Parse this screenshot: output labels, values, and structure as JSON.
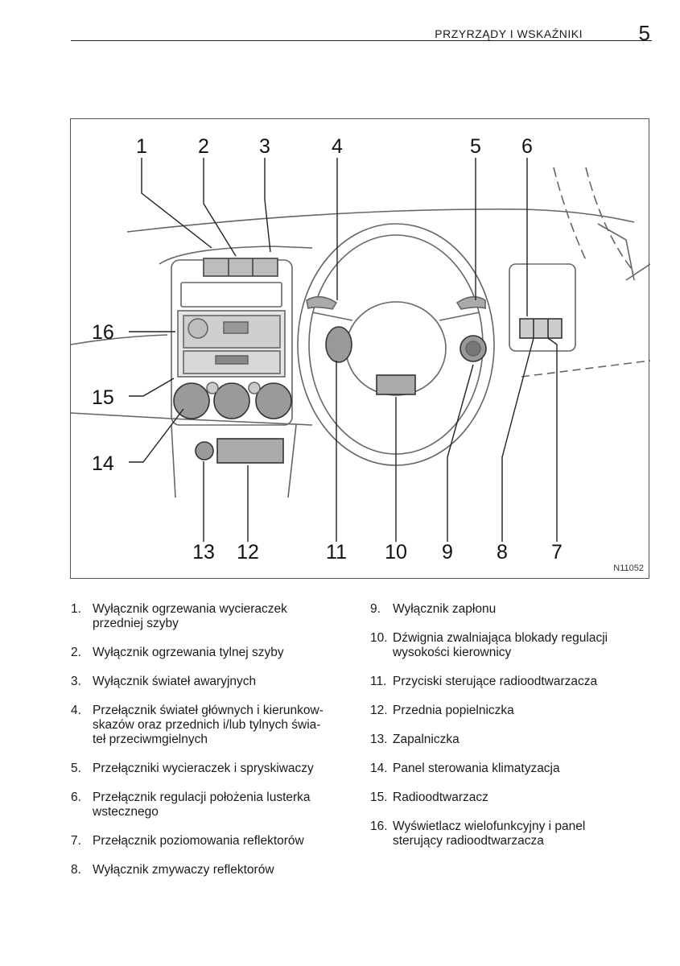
{
  "header": {
    "section": "PRZYRZĄDY I WSKAŹNIKI",
    "page": "5"
  },
  "figure": {
    "code": "N11052",
    "callouts_top": [
      "1",
      "2",
      "3",
      "4",
      "5",
      "6"
    ],
    "callouts_left": [
      "16",
      "15",
      "14"
    ],
    "callouts_bottom": [
      "13",
      "12",
      "11",
      "10",
      "9",
      "8",
      "7"
    ]
  },
  "legend_left": [
    {
      "num": "1.",
      "text": "Wyłącznik ogrzewania wycieraczek\nprzedniej szyby"
    },
    {
      "num": "2.",
      "text": "Wyłącznik ogrzewania tylnej szyby"
    },
    {
      "num": "3.",
      "text": "Wyłącznik świateł awaryjnych"
    },
    {
      "num": "4.",
      "text": "Przełącznik świateł głównych i kierunkow-\nskazów oraz przednich i/lub tylnych świa-\nteł przeciwmgielnych"
    },
    {
      "num": "5.",
      "text": "Przełączniki wycieraczek i spryskiwaczy"
    },
    {
      "num": "6.",
      "text": "Przełącznik regulacji położenia lusterka\nwstecznego"
    },
    {
      "num": "7.",
      "text": "Przełącznik poziomowania reflektorów"
    },
    {
      "num": "8.",
      "text": "Wyłącznik zmywaczy reflektorów"
    }
  ],
  "legend_right": [
    {
      "num": "9.",
      "text": "Wyłącznik zapłonu"
    },
    {
      "num": "10.",
      "text": "Dźwignia zwalniająca blokady regulacji\nwysokości kierownicy"
    },
    {
      "num": "11.",
      "text": "Przyciski sterujące radioodtwarzacza"
    },
    {
      "num": "12.",
      "text": "Przednia popielniczka"
    },
    {
      "num": "13.",
      "text": "Zapalniczka"
    },
    {
      "num": "14.",
      "text": "Panel sterowania klimatyzacja"
    },
    {
      "num": "15.",
      "text": "Radioodtwarzacz"
    },
    {
      "num": "16.",
      "text": "Wyświetlacz wielofunkcyjny i panel\nsterujący radioodtwarzacza"
    }
  ]
}
